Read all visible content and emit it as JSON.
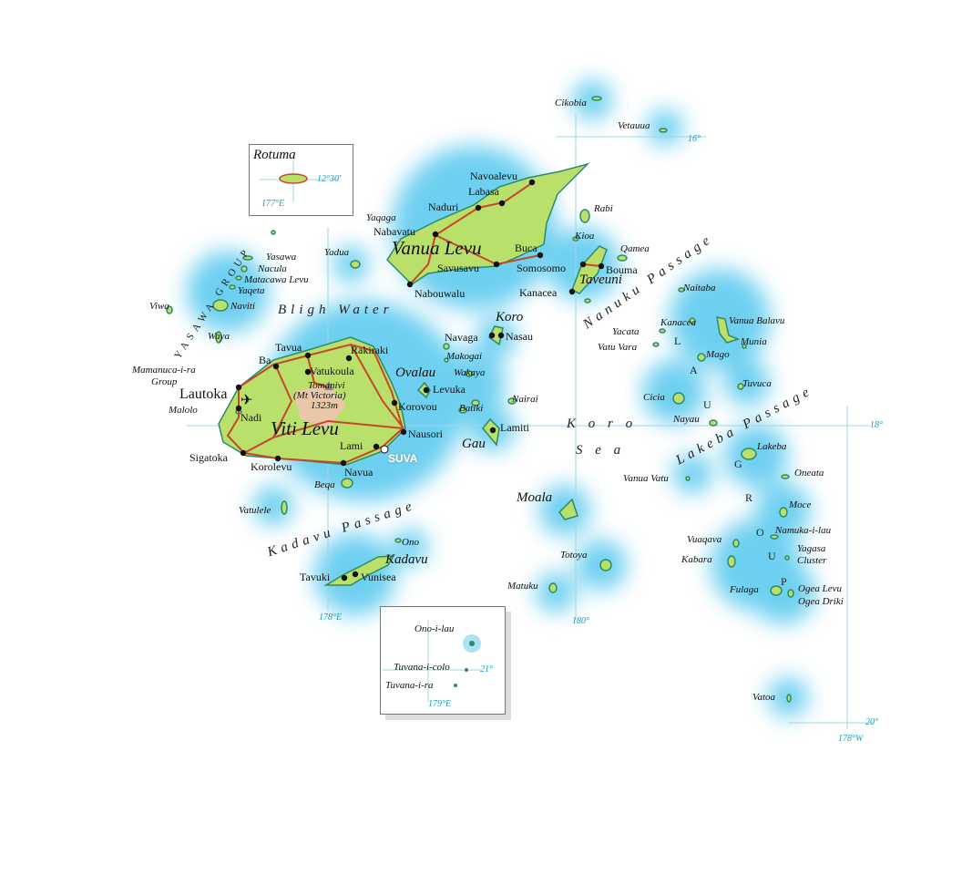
{
  "colors": {
    "land": "#b8e06a",
    "land_high": "#e8c8a8",
    "coast": "#2c8a6a",
    "sea_halo": "#55c8ee",
    "road": "#c8452a",
    "grid": "#9fd6e2",
    "grid_label": "#1aa0b8"
  },
  "towns": {
    "navoalevu": "Navoalevu",
    "labasa": "Labasa",
    "naduri": "Naduri",
    "nabavatu": "Nabavatu",
    "buca": "Buca",
    "savusavu": "Savusavu",
    "somosomo": "Somosomo",
    "bouma": "Bouma",
    "kanacea_town": "Kanacea",
    "nabouwalu": "Nabouwalu",
    "navaga": "Navaga",
    "nasau": "Nasau",
    "levuka": "Levuka",
    "korovou": "Korovou",
    "nausori": "Nausori",
    "lami": "Lami",
    "suva": "SUVA",
    "navua": "Navua",
    "korolevu": "Korolevu",
    "sigatoka": "Sigatoka",
    "nadi": "Nadi",
    "lautoka": "Lautoka",
    "ba": "Ba",
    "tavua": "Tavua",
    "vatukoula": "Vatukoula",
    "rakiraki": "Rakiraki",
    "lamiti": "Lamiti",
    "tavuki": "Tavuki",
    "vunisea": "Vunisea"
  },
  "islands": {
    "cikobia": "Cikobia",
    "vetauua": "Vetauua",
    "rabi": "Rabi",
    "kioa": "Kioa",
    "qamea": "Qamea",
    "taveuni": "Taveuni",
    "vanua_levu": "Vanua Levu",
    "yaqaga": "Yaqaga",
    "yadua": "Yadua",
    "yasawa": "Yasawa",
    "nacula": "Nacula",
    "matacawa_levu": "Matacawa Levu",
    "yaqeta": "Yaqeta",
    "naviti": "Naviti",
    "viwa": "Viwa",
    "waya": "Waya",
    "mamanuca1": "Mamanuca-i-ra",
    "mamanuca2": "Group",
    "malolo": "Malolo",
    "koro": "Koro",
    "makogai": "Makogai",
    "wakaya": "Wakaya",
    "ovalau": "Ovalau",
    "batiki": "Batiki",
    "nairai": "Nairai",
    "gau": "Gau",
    "viti_levu": "Viti Levu",
    "beqa": "Beqa",
    "vatulele": "Vatulele",
    "ono": "Ono",
    "kadavu": "Kadavu",
    "moala": "Moala",
    "totoya": "Totoya",
    "matuku": "Matuku",
    "naitaba": "Naitaba",
    "kanacea": "Kanacea",
    "vanua_balavu": "Vanua Balavu",
    "munia": "Munia",
    "yacata": "Yacata",
    "vatu_vara": "Vatu Vara",
    "mago": "Mago",
    "tuvuca": "Tuvuca",
    "cicia": "Cicia",
    "nayau": "Nayau",
    "lakeba": "Lakeba",
    "oneata": "Oneata",
    "vanua_vatu": "Vanua Vatu",
    "moce": "Moce",
    "namuka": "Namuka-i-lau",
    "vuaqava": "Vuaqava",
    "kabara": "Kabara",
    "yagasa1": "Yagasa",
    "yagasa2": "Cluster",
    "fulaga": "Fulaga",
    "ogea_levu": "Ogea Levu",
    "ogea_driki": "Ogea Driki",
    "vatoa": "Vatoa",
    "rotuma": "Rotuma",
    "ono_i_lau": "Ono-i-lau",
    "tuvana_i_colo": "Tuvana-i-colo",
    "tuvana_i_ra": "Tuvana-i-ra"
  },
  "mountain": {
    "name": "Tomanivi",
    "alt_name": "(Mt Victoria)",
    "elevation": "1323m"
  },
  "water": {
    "bligh": "Bligh Water",
    "koro": "K o r o",
    "sea": "S e a",
    "nanuku": "Nanuku Passage",
    "lakeba": "Lakeba Passage",
    "kadavu": "Kadavu Passage"
  },
  "groups": {
    "yasawa": "YASAWA GROUP",
    "lau": "LAU GROUP"
  },
  "grid": {
    "lat16": "16°",
    "lat18": "18°",
    "lat20": "20°",
    "lon178e": "178°E",
    "lon180": "180°",
    "lon178w": "178°W",
    "rotuma_lat": "12°30'",
    "rotuma_lon": "177°E",
    "inset_lat": "21°",
    "inset_lon": "179°E"
  },
  "icons": {
    "airport": "airplane-icon",
    "town": "dot-icon",
    "peak": "triangle-icon",
    "capital": "circle-icon"
  }
}
